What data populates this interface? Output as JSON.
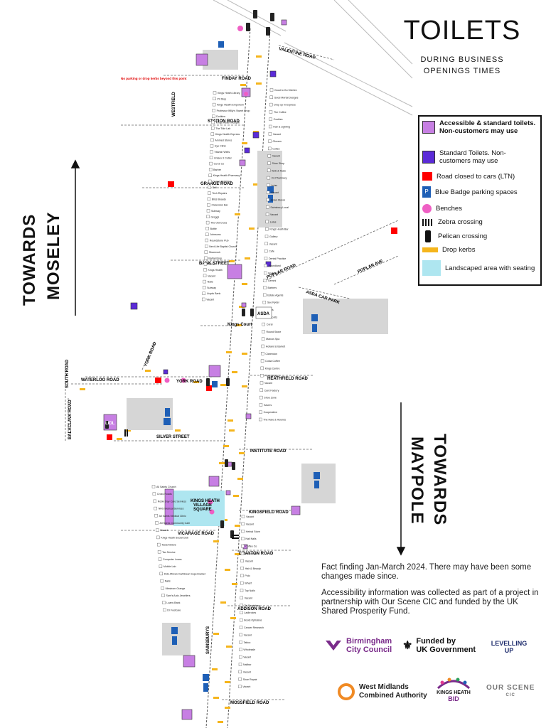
{
  "title": "TOILETS",
  "subtitle_line1": "DURING  BUSINESS",
  "subtitle_line2": "OPENINGS TIMES",
  "legend": [
    {
      "label": "Accessible & standard toilets. Non-customers may use",
      "bold": true,
      "icon": "accessible-toilet"
    },
    {
      "label": "Standard Toilets. Non-customers may use",
      "icon": "standard-toilet"
    },
    {
      "label": "Road closed to cars (LTN)",
      "icon": "road-closed"
    },
    {
      "label": "Blue Badge parking spaces",
      "icon": "blue-badge"
    },
    {
      "label": "Benches",
      "icon": "bench"
    },
    {
      "label": "Zebra crossing",
      "icon": "zebra-crossing"
    },
    {
      "label": "Pelican crossing",
      "icon": "pelican-crossing"
    },
    {
      "label": "Drop kerbs",
      "icon": "drop-kerb"
    },
    {
      "label": "Landscaped area with seating",
      "icon": "landscaped-area"
    }
  ],
  "towards_left_line1": "TOWARDS",
  "towards_left_line2": "MOSELEY",
  "towards_right_line1": "TOWARDS",
  "towards_right_line2": "MAYPOLE",
  "note1": "Fact finding Jan-March 2024. There may have been some changes made since.",
  "note2": "Accessibility information was collected as part of a project in partnership with Our Scene CIC and funded by the UK Shared Prosperity Fund.",
  "logos": {
    "bcc_line1": "Birmingham",
    "bcc_line2": "City Council",
    "ukgov_line1": "Funded by",
    "ukgov_line2": "UK Government",
    "levelling": "LEVELLING UP",
    "wmca_line1": "West Midlands",
    "wmca_line2": "Combined Authority",
    "kh_line1": "KINGS HEATH",
    "kh_line2": "BID",
    "ourscene": "OUR SCENE",
    "ourscene_sub": "CIC"
  },
  "roads": {
    "valentine": "VALENTINE ROAD",
    "finday": "FINDAY ROAD",
    "station": "STATION ROAD",
    "grange": "GRANGE ROAD",
    "bank": "BANK STREET",
    "poplar_road": "POPLAR ROAD",
    "poplar_ave": "POPLAR AVE",
    "asda_car_park": "ASDA CAR PARK",
    "york": "YORK ROAD",
    "waterloo": "WATERLOO ROAD",
    "heathfield": "HEATHFIELD ROAD",
    "silver": "SILVER STREET",
    "institute": "INSTITUTE ROAD",
    "kingsfield": "KINGSFIELD ROAD",
    "vicarage": "VICARAGE ROAD",
    "drayton": "DRAYTON ROAD",
    "addison": "ADDISON ROAD",
    "mossfield": "MOSSFIELD ROAD",
    "south_road": "SOUTH ROAD",
    "balaclava": "BALACLAVA ROAD",
    "sainsburys": "SAINSBURYS",
    "westfield": "WESTFIELD",
    "york_road_side": "YORK ROAD",
    "kings_court": "Kings Court",
    "asda": "ASDA",
    "lidl": "LIDL",
    "village_square_line1": "KINGS HEATH",
    "village_square_line2": "VILLAGE",
    "village_square_line3": "SQUARE"
  },
  "no_parking_note": "No parking or drop kerbs beyond this point",
  "shops_left": [
    "Kings Heath Library",
    "Pit Stop",
    "Kings Health Emporium",
    "Professor Willy's Sweet Shop",
    "Dodkins",
    "Kings Heath Mosque",
    "The Tide Lab",
    "Kings Health Express",
    "Ammed Stores",
    "Eye Clinic",
    "Vitamin Wells",
    "Unisex 3 Cutter",
    "Cut & Co",
    "Barber",
    "Kings Health Pharmacy",
    "Dunns Pet Store",
    "Deli",
    "Tech Repairs",
    "Bliss Beauty",
    "Clarendon Bar",
    "Subway",
    "Greggs",
    "The Old Cross",
    "Bottle",
    "Johnsons",
    "Roundstone Pub",
    "Next Life Baptist Church",
    "Shamrock",
    "Barbershop",
    "Vacant",
    "Kings Health",
    "Vacant",
    "Nails",
    "Subway",
    "Lloyds Bank",
    "Vacant"
  ],
  "shops_right": [
    "Good to Go Kitchen",
    "Good Mortal Designs",
    "Drop up in Express",
    "The Coffee",
    "Cookies",
    "Hair & Lighting",
    "Vacant",
    "Glovers",
    "Cuties",
    "Vacant",
    "Shoe Shop",
    "Wok & Taste",
    "Oz Pharmacy",
    "Lulas",
    "Vacant",
    "Asian Stores",
    "Sainsbury Local",
    "Vacant",
    "Lotus",
    "Kings Heath Bar",
    "Gallery",
    "Vacant",
    "Cafe",
    "Dental Practice",
    "Poundland",
    "Bodycare",
    "Gemini",
    "Barbers",
    "Estate Agents",
    "Sue Ryder",
    "Boots",
    "Prescotts",
    "Coral",
    "Round Stone",
    "Marcos Spa",
    "Holland & Barrett",
    "Clarendon",
    "Costa Coffee",
    "Kings Centre",
    "Pawnbrokers",
    "Vacant",
    "Card Factory",
    "Shoe Zone",
    "Savers",
    "Cooperative",
    "The Hare & Hounds"
  ],
  "shops_lower_left": [
    "All Saints Church",
    "Cross Roads",
    "Robin Day Care Services",
    "NHS Medical Services",
    "All Saints Medical Clinic",
    "All Saints Community Cafe",
    "Vacant",
    "Kings Heath Social Club",
    "Tesla Motors",
    "Tax Service",
    "Computer Loans",
    "Mobile Lab",
    "Kids African Caribbean Supermarket",
    "Nails",
    "Minstrom Grange",
    "Sam's Auto Jewellers",
    "Loans Bank",
    "Dr Footcare"
  ],
  "shops_lower_right": [
    "Vacant",
    "Vacant",
    "Herbal Store",
    "Nail Nails",
    "Coffee Co",
    "Nationwide",
    "Vacant",
    "Hair & Beauty",
    "Polo",
    "Wharf",
    "Top Nails",
    "Vacant",
    "Taj Foodstore",
    "Ladbrokes",
    "Boots Opticians",
    "Cancer Research",
    "Vacant",
    "Tattoo",
    "Wholesale",
    "Vacant",
    "Nailbar",
    "Vacant",
    "Shoe Repair",
    "Vacant"
  ]
}
